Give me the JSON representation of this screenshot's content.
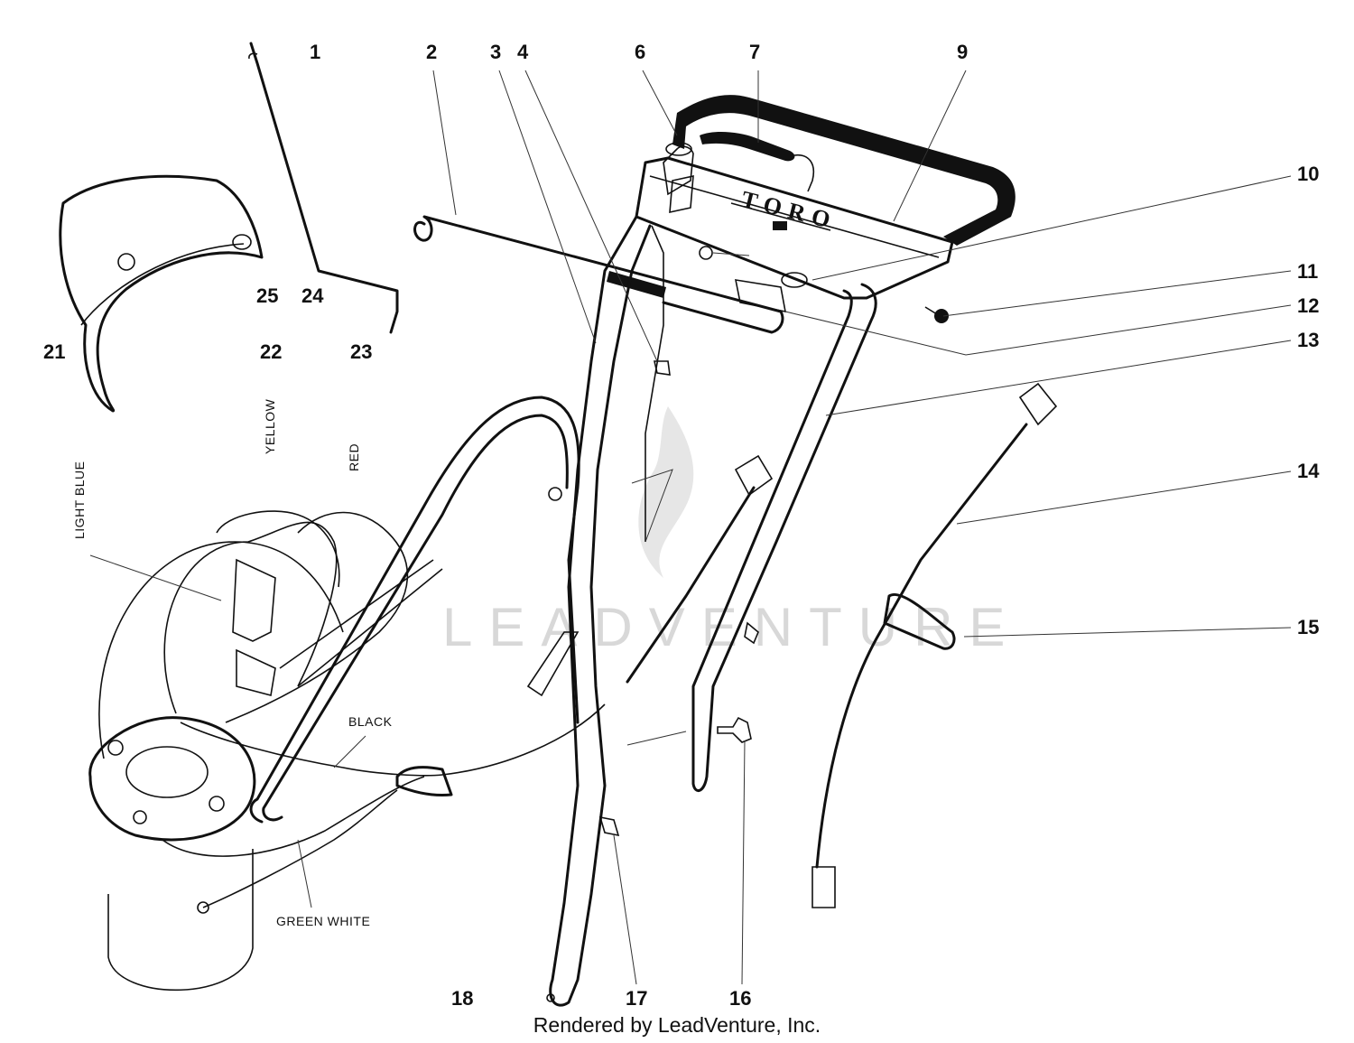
{
  "brand_logo": "TORO",
  "watermark_text": "LEADVENTURE",
  "footer": {
    "credit": "Rendered by LeadVenture, Inc."
  },
  "callouts": {
    "n1": "1",
    "n2": "2",
    "n3": "3",
    "n4": "4",
    "n6": "6",
    "n7": "7",
    "n9": "9",
    "n10": "10",
    "n11": "11",
    "n12": "12",
    "n13": "13",
    "n14": "14",
    "n15": "15",
    "n16": "16",
    "n17": "17",
    "n18": "18",
    "n21": "21",
    "n22": "22",
    "n23": "23",
    "n24": "24",
    "n25": "25"
  },
  "wire_labels": {
    "light_blue": "LIGHT BLUE",
    "yellow": "YELLOW",
    "red": "RED",
    "black": "BLACK",
    "green_white": "GREEN WHITE"
  },
  "colors": {
    "ink": "#111111",
    "watermark": "#d8d8d8",
    "paper": "#ffffff"
  }
}
